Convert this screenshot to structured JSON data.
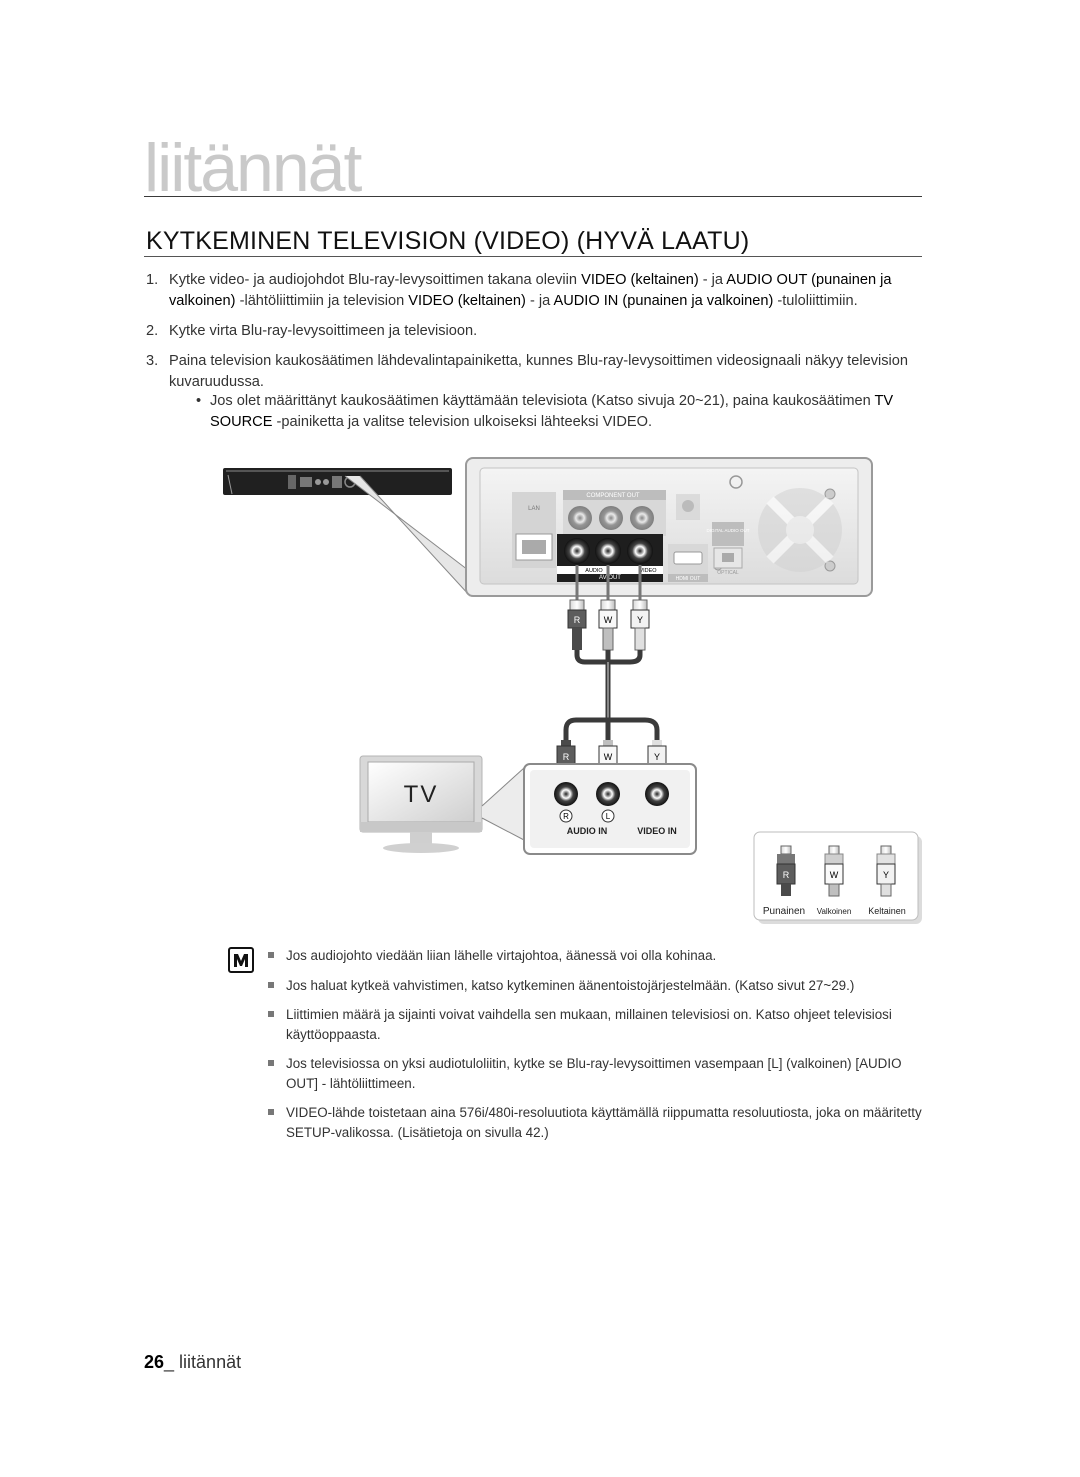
{
  "chapter": {
    "title": "liitännät"
  },
  "section": {
    "title": "KYTKEMINEN TELEVISION (VIDEO) (HYVÄ LAATU)"
  },
  "steps": [
    {
      "num": "1.",
      "parts": [
        {
          "t": "Kytke video- ja audiojohdot Blu-ray-levysoittimen takana oleviin "
        },
        {
          "t": "VIDEO (keltainen)",
          "h": true
        },
        {
          "t": " - ja "
        },
        {
          "t": "AUDIO OUT (punainen ja valkoinen)",
          "h": true
        },
        {
          "t": " -lähtöliittimiin ja television "
        },
        {
          "t": "VIDEO (keltainen)",
          "h": true
        },
        {
          "t": " - ja "
        },
        {
          "t": "AUDIO IN (punainen ja valkoinen)",
          "h": true
        },
        {
          "t": " -tuloliittimiin."
        }
      ]
    },
    {
      "num": "2.",
      "parts": [
        {
          "t": "Kytke virta Blu-ray-levysoittimeen ja televisioon."
        }
      ]
    },
    {
      "num": "3.",
      "parts": [
        {
          "t": "Paina television kaukosäätimen lähdevalintapainiketta, kunnes Blu-ray-levysoittimen videosignaali näkyy television kuvaruudussa."
        }
      ]
    }
  ],
  "sub_bullet": {
    "symbol": "•",
    "parts": [
      {
        "t": "Jos olet määrittänyt kaukosäätimen käyttämään televisiota (Katso sivuja 20~21), paina kaukosäätimen "
      },
      {
        "t": "TV SOURCE",
        "h": true
      },
      {
        "t": " -painiketta ja valitse television ulkoiseksi lähteeksi VIDEO."
      }
    ]
  },
  "diagram": {
    "player_panel": {
      "lan": "LAN",
      "component_out": "COMPONENT OUT",
      "digital_audio_out": "DIGITAL AUDIO OUT",
      "optical": "OPTICAL",
      "hdmi_out": "HDMI OUT",
      "audio": "AUDIO",
      "video": "VIDEO",
      "av_out": "AV OUT"
    },
    "plug_labels": [
      "R",
      "W",
      "Y"
    ],
    "tv_label": "TV",
    "tv_panel": {
      "r": "R",
      "l": "L",
      "audio_in": "AUDIO IN",
      "video_in": "VIDEO IN"
    },
    "legend": {
      "plugs": [
        "R",
        "W",
        "Y"
      ],
      "names": [
        "Punainen",
        "Valkoinen",
        "Keltainen"
      ]
    }
  },
  "notes": [
    "Jos audiojohto viedään liian lähelle virtajohtoa, äänessä voi olla kohinaa.",
    "Jos haluat kytkeä vahvistimen, katso kytkeminen äänentoistojärjestelmään. (Katso sivut 27~29.)",
    "Liittimien määrä ja sijainti voivat vaihdella sen mukaan, millainen televisiosi on. Katso ohjeet televisiosi käyttöoppaasta.",
    "Jos televisiossa on yksi audiotuloliitin, kytke se Blu-ray-levysoittimen vasempaan [L] (valkoinen) [AUDIO OUT] - lähtöliittimeen.",
    "VIDEO-lähde toistetaan aina 576i/480i-resoluutiota käyttämällä riippumatta resoluutiosta, joka on määritetty SETUP-valikossa. (Lisätietoja on sivulla 42.)"
  ],
  "footer": {
    "page": "26",
    "separator": "_ ",
    "label": "liitännät"
  }
}
